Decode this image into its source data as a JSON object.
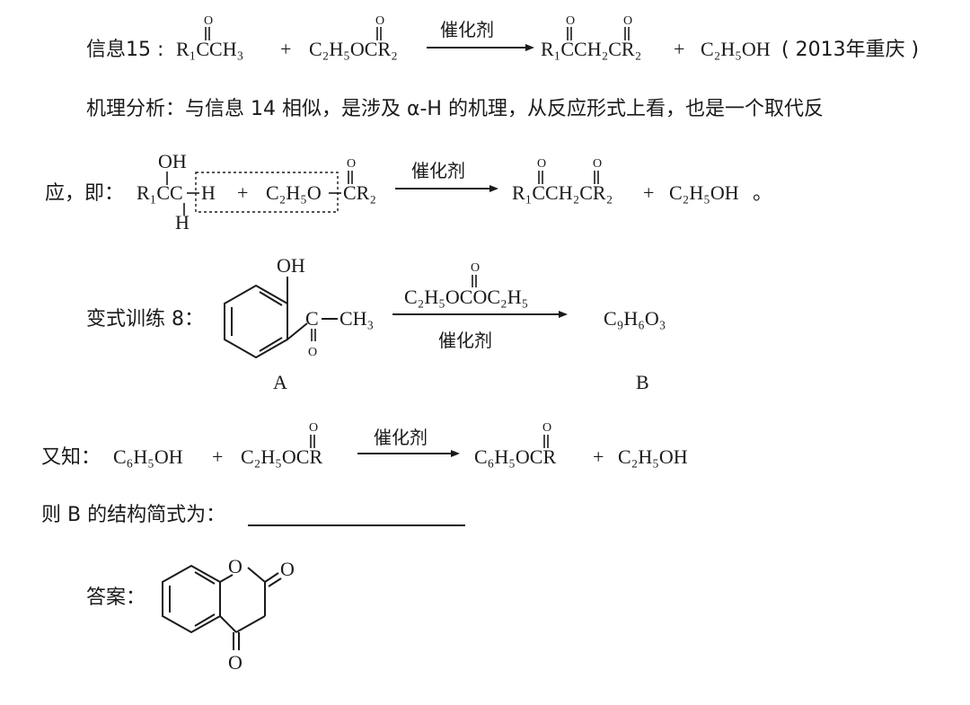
{
  "info15": {
    "title": "信息15 :",
    "reactant1": "R₁CCH₃",
    "plus1": "+",
    "reactant2": "C₂H₅OCR₂",
    "catalyst": "催化剂",
    "product1": "R₁CCH₂CR₂",
    "plus2": "+",
    "product2": "C₂H₅OH",
    "source": "( 2013年重庆 )",
    "carbonyl_o": "O"
  },
  "mechanism": {
    "line1": "机理分析：与信息 14 相似，是涉及 α-H 的机理，从反应形式上看，也是一个取代反",
    "prefix": "应，即：",
    "oh": "OH",
    "h_bottom": "H",
    "r1cc": "R₁CC",
    "h_right": "H",
    "plus1": "+",
    "c2h5o": "C₂H₅O",
    "cr2": "CR₂",
    "catalyst": "催化剂",
    "product": "R₁CCH₂CR₂",
    "plus2": "+",
    "ethanol": "C₂H₅OH",
    "end": "。",
    "carbonyl_o": "O"
  },
  "exercise8": {
    "label": "变式训练 8：",
    "oh": "OH",
    "ch3": "CH₃",
    "c_label": "C",
    "o_label": "O",
    "reagent": "C₂H₅OCOC₂H₅",
    "reagent_o": "O",
    "catalyst": "催化剂",
    "product": "C₉H₆O₃",
    "label_a": "A",
    "label_b": "B"
  },
  "known": {
    "label": "又知：",
    "phenol": "C₆H₅OH",
    "plus1": "+",
    "ester": "C₂H₅OCR",
    "catalyst": "催化剂",
    "product_ester": "C₆H₅OCR",
    "plus2": "+",
    "ethanol": "C₂H₅OH",
    "carbonyl_o": "O"
  },
  "question": {
    "text": "则 B 的结构简式为："
  },
  "answer": {
    "label": "答案：",
    "ring_o": "O",
    "exo_o": "O",
    "ketone_o": "O"
  }
}
